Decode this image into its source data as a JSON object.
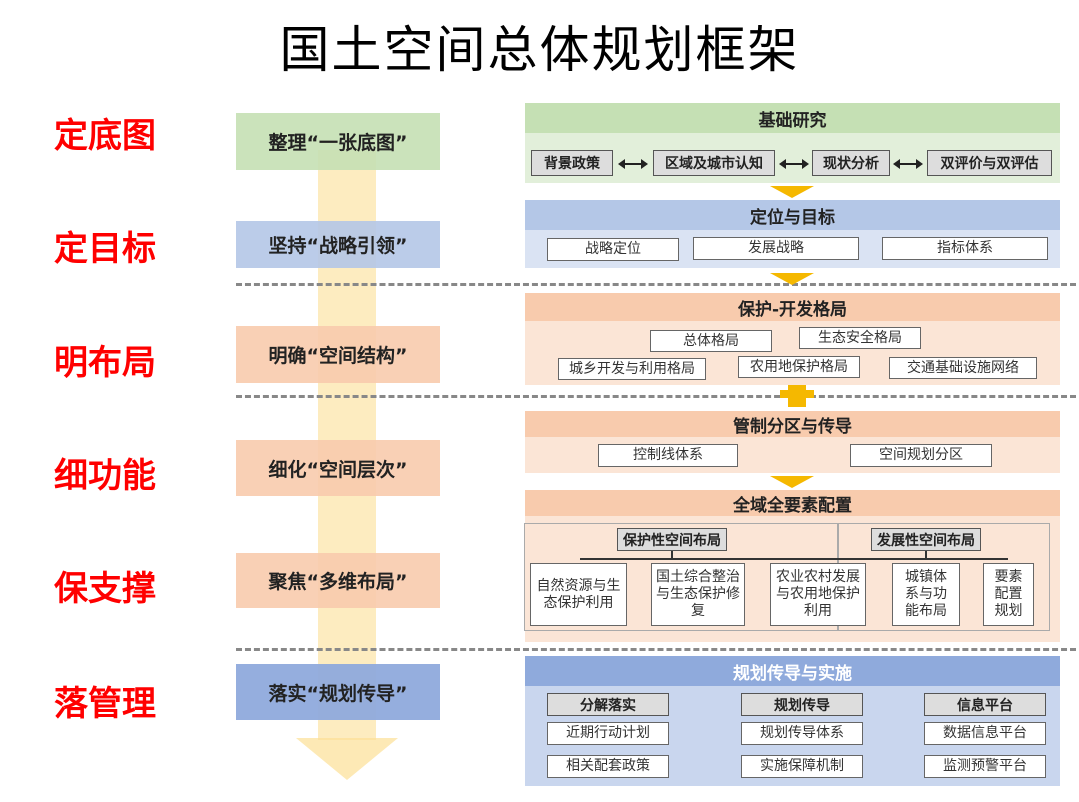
{
  "title": "国土空间总体规划框架",
  "stages": [
    {
      "label": "定底图",
      "step": "整理“一张底图”",
      "color": "#c5e0b4"
    },
    {
      "label": "定目标",
      "step": "坚持“战略引领”",
      "color": "#b4c7e7"
    },
    {
      "label": "明布局",
      "step": "明确“空间结构”",
      "color": "#f8cbad"
    },
    {
      "label": "细功能",
      "step": "细化“空间层次”",
      "color": "#f8cbad"
    },
    {
      "label": "保支撑",
      "step": "聚焦“多维布局”",
      "color": "#f8cbad"
    },
    {
      "label": "落管理",
      "step": "落实“规划传导”",
      "color": "#8faadc"
    }
  ],
  "panels": {
    "research": {
      "title": "基础研究",
      "items": [
        "背景政策",
        "区域及城市认知",
        "现状分析",
        "双评价与双评估"
      ]
    },
    "positioning": {
      "title": "定位与目标",
      "items": [
        "战略定位",
        "发展战略",
        "指标体系"
      ]
    },
    "pattern": {
      "title": "保护-开发格局",
      "items": [
        "总体格局",
        "生态安全格局",
        "城乡开发与利用格局",
        "农用地保护格局",
        "交通基础设施网络"
      ]
    },
    "zoning": {
      "title": "管制分区与传导",
      "items": [
        "控制线体系",
        "空间规划分区"
      ]
    },
    "allocation": {
      "title": "全域全要素配置",
      "groups": [
        {
          "title": "保护性空间布局"
        },
        {
          "title": "发展性空间布局"
        }
      ],
      "items": [
        "自然资源与生态保护利用",
        "国土综合整治与生态保护修复",
        "农业农村发展与农用地保护利用",
        "城镇体系与功能布局",
        "要素配置规划"
      ]
    },
    "implementation": {
      "title": "规划传导与实施",
      "columns": [
        {
          "title": "分解落实",
          "items": [
            "近期行动计划",
            "相关配套政策"
          ]
        },
        {
          "title": "规划传导",
          "items": [
            "规划传导体系",
            "实施保障机制"
          ]
        },
        {
          "title": "信息平台",
          "items": [
            "数据信息平台",
            "监测预警平台"
          ]
        }
      ]
    }
  }
}
